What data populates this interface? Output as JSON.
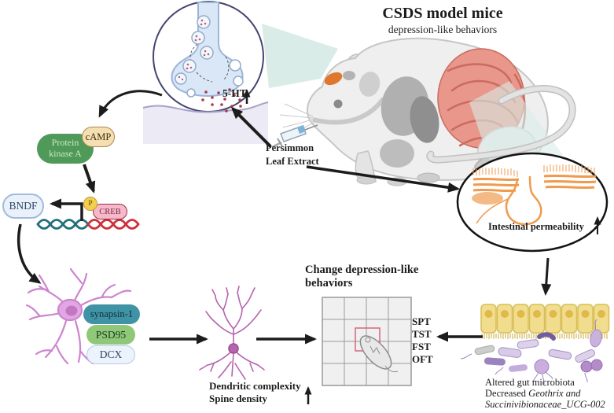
{
  "header": {
    "title": "CSDS model mice",
    "subtitle": "depression-like behaviors"
  },
  "synapse": {
    "neurotransmitter": "5-HT"
  },
  "treatment": {
    "line1": "Persimmon",
    "line2": "Leaf Extract"
  },
  "pathway": {
    "pka": "Protein kinase A",
    "camp": "cAMP",
    "phospho": "P",
    "creb": "CREB",
    "bndf": "BNDF"
  },
  "neuron_markers": {
    "synapsin": "synapsin-1",
    "psd95": "PSD95",
    "dcx": "DCX"
  },
  "dendrite": {
    "line1": "Dendritic complexity",
    "line2": "Spine density"
  },
  "behavior": {
    "title_line1": "Change depression-like",
    "title_line2": "behaviors",
    "tests": [
      "SPT",
      "TST",
      "FST",
      "OFT"
    ]
  },
  "gut": {
    "permeability": "Intestinal permeability",
    "microbiota_line1": "Altered gut microbiota",
    "microbiota_line2_normal": "Decreased",
    "microbiota_line2_italic": "Geothrix and",
    "microbiota_line3_italic": "Succinivibionaceae_UCG-002"
  },
  "colors": {
    "beam_teal": "#d9ece7",
    "pka_green": "#4f9a58",
    "camp_tan": "#f5deb0",
    "phospho_yellow": "#f2cf4e",
    "creb_pink": "#f7b9ca",
    "bndf_blue": "#eaf1fb",
    "synapsin_teal": "#3f93a4",
    "psd95_green": "#8ec878",
    "dcx_blue": "#edf3fc",
    "neuron_pink": "#cd84cf",
    "dna_teal": "#20707a",
    "dna_red": "#cf2f3a",
    "serotonin_red": "#a63a4e",
    "intestine_orange": "#ef9a4d",
    "epithelium_yellow": "#f1dd8e",
    "bacteria_purple": "#a98fc5",
    "arrow_black": "#1c1c1c"
  }
}
